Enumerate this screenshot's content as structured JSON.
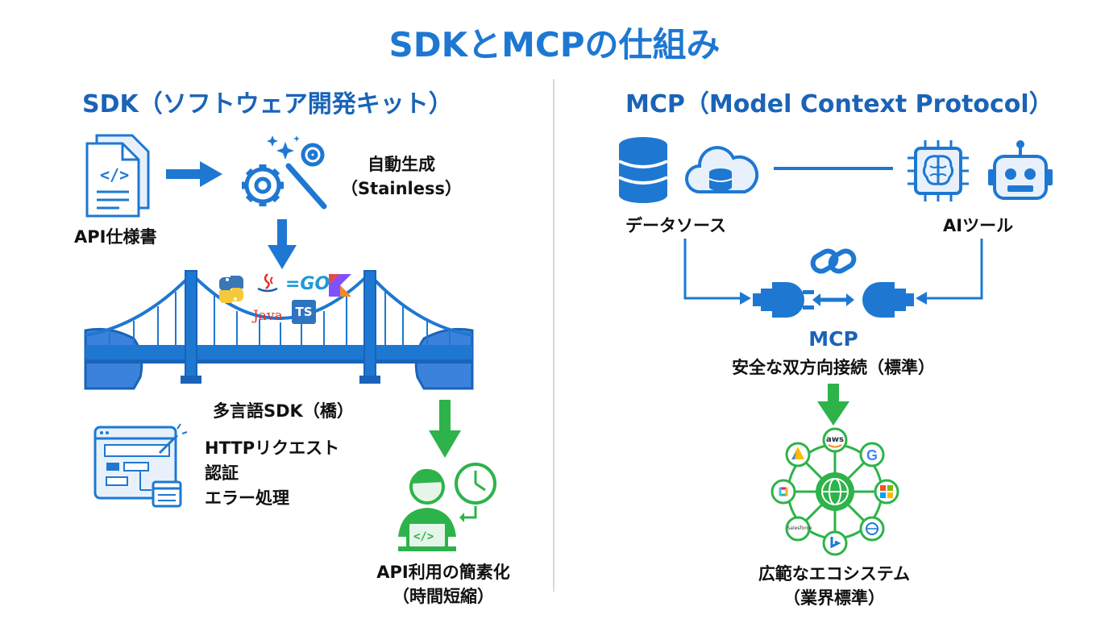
{
  "title": "SDKとMCPの仕組み",
  "sdk": {
    "heading": "SDK（ソフトウェア開発キット）",
    "spec_label": "API仕様書",
    "gen_label_1": "自動生成",
    "gen_label_2": "（Stainless）",
    "bridge_label": "多言語SDK（橋）",
    "languages": {
      "go": "=GO",
      "java": "Java",
      "ts": "TS"
    },
    "features": [
      "HTTPリクエスト",
      "認証",
      "エラー処理"
    ],
    "result_label_1": "API利用の簡素化",
    "result_label_2": "（時間短縮）",
    "colors": {
      "blue": "#1e78d2",
      "green": "#2db34a"
    }
  },
  "mcp": {
    "heading": "MCP（Model Context Protocol）",
    "datasource_label": "データソース",
    "aitool_label": "AIツール",
    "center_label": "MCP",
    "connection_label": "安全な双方向接続（標準）",
    "eco_label_1": "広範なエコシステム",
    "eco_label_2": "（業界標準）",
    "eco_nodes": {
      "aws": "aws",
      "salesforce": "Salesforce"
    },
    "colors": {
      "blue": "#1e78d2",
      "green": "#2db34a"
    }
  }
}
